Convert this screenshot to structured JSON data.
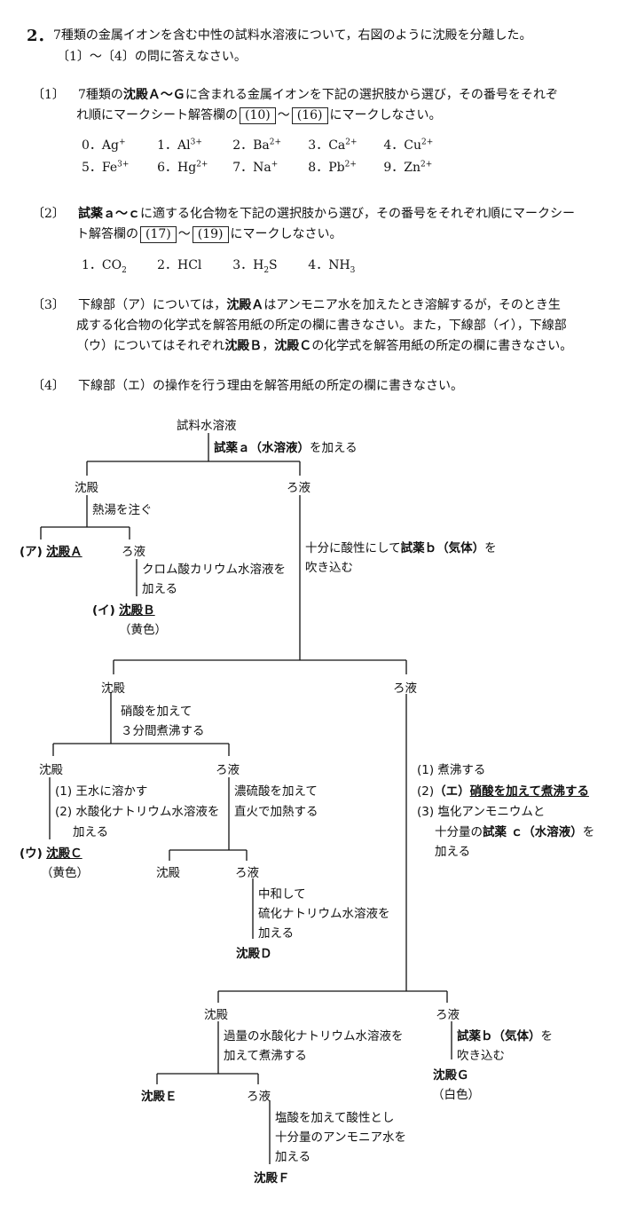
{
  "problem": {
    "number": "2．",
    "intro1": "7種類の金属イオンを含む中性の試料水溶液について，右図のように沈殿を分離した。",
    "intro2": "〔1〕～〔4〕の問に答えなさい。"
  },
  "q1": {
    "label": "〔1〕",
    "line1a": "7種類の",
    "line1b": "沈殿Ａ～Ｇ",
    "line1c": "に含まれる金属イオンを下記の選択肢から選び，その番号をそれぞ",
    "line2a": "れ順にマークシート解答欄の",
    "box1": "(10)",
    "tilde": "～",
    "box2": "(16)",
    "line2b": "にマークしなさい。",
    "options": [
      {
        "num": "0．",
        "ion": "Ag",
        "charge": "+"
      },
      {
        "num": "1．",
        "ion": "Al",
        "charge": "3+"
      },
      {
        "num": "2．",
        "ion": "Ba",
        "charge": "2+"
      },
      {
        "num": "3．",
        "ion": "Ca",
        "charge": "2+"
      },
      {
        "num": "4．",
        "ion": "Cu",
        "charge": "2+"
      },
      {
        "num": "5．",
        "ion": "Fe",
        "charge": "3+"
      },
      {
        "num": "6．",
        "ion": "Hg",
        "charge": "2+"
      },
      {
        "num": "7．",
        "ion": "Na",
        "charge": "+"
      },
      {
        "num": "8．",
        "ion": "Pb",
        "charge": "2+"
      },
      {
        "num": "9．",
        "ion": "Zn",
        "charge": "2+"
      }
    ]
  },
  "q2": {
    "label": "〔2〕",
    "line1a": "試薬ａ～ｃ",
    "line1b": "に適する化合物を下記の選択肢から選び，その番号をそれぞれ順にマークシー",
    "line2a": "ト解答欄の",
    "box1": "(17)",
    "tilde": "～",
    "box2": "(19)",
    "line2b": "にマークしなさい。",
    "opt1": "1．CO",
    "opt1sub": "2",
    "opt2": "2．HCl",
    "opt3": "3．H",
    "opt3sub": "2",
    "opt3b": "S",
    "opt4": "4．NH",
    "opt4sub": "3"
  },
  "q3": {
    "label": "〔3〕",
    "line1a": "下線部（ア）については，",
    "line1b": "沈殿Ａ",
    "line1c": "はアンモニア水を加えたとき溶解するが，そのとき生",
    "line2": "成する化合物の化学式を解答用紙の所定の欄に書きなさい。また，下線部（イ），下線部",
    "line3a": "（ウ）についてはそれぞれ",
    "line3b": "沈殿Ｂ",
    "line3c": "，",
    "line3d": "沈殿Ｃ",
    "line3e": "の化学式を解答用紙の所定の欄に書きなさい。"
  },
  "q4": {
    "label": "〔4〕",
    "text": "下線部（エ）の操作を行う理由を解答用紙の所定の欄に書きなさい。"
  },
  "flow": {
    "sample": "試料水溶液",
    "reagentA_bold": "試薬ａ（水溶液）",
    "reagentA_rest": "を加える",
    "ppt1": "沈殿",
    "filt1": "ろ液",
    "hotwater": "熱湯を注ぐ",
    "a_mark": "(ア)",
    "a_name": "沈殿Ａ",
    "filt1b": "ろ液",
    "chromate1": "クロム酸カリウム水溶液を",
    "chromate2": "加える",
    "b_mark": "(イ)",
    "b_name": "沈殿Ｂ",
    "b_color": "（黄色）",
    "acid_b_1": "十分に酸性にして",
    "acid_b_bold": "試薬ｂ（気体）",
    "acid_b_2": "を",
    "acid_b_3": "吹き込む",
    "ppt2": "沈殿",
    "filt2": "ろ液",
    "nitric1": "硝酸を加えて",
    "nitric2": "３分間煮沸する",
    "ppt3": "沈殿",
    "filt3": "ろ液",
    "aqua1": "(1) 王水に溶かす",
    "aqua2": "(2) 水酸化ナトリウム水溶液を",
    "aqua3": "加える",
    "c_mark": "(ウ)",
    "c_name": "沈殿Ｃ",
    "c_color": "（黄色）",
    "sulf1": "濃硫酸を加えて",
    "sulf2": "直火で加熱する",
    "ppt4": "沈殿",
    "filt4": "ろ液",
    "neut1": "中和して",
    "neut2": "硫化ナトリウム水溶液を",
    "neut3": "加える",
    "d_name": "沈殿Ｄ",
    "boil1": "(1) 煮沸する",
    "boil2_pre": "(2)",
    "boil2_mark": "（エ）",
    "boil2_text": "硝酸を加えて煮沸する",
    "boil3": "(3) 塩化アンモニウムと",
    "boil4a": "十分量の",
    "boil4b": "試薬 ｃ（水溶液）",
    "boil4c": "を",
    "boil5": "加える",
    "ppt5": "沈殿",
    "filt5": "ろ液",
    "naoh1": "過量の水酸化ナトリウム水溶液を",
    "naoh2": "加えて煮沸する",
    "gas_b_bold": "試薬ｂ（気体）",
    "gas_b_rest": "を",
    "gas_b_2": "吹き込む",
    "g_name": "沈殿Ｇ",
    "g_color": "（白色）",
    "e_name": "沈殿Ｅ",
    "filt6": "ろ液",
    "hcl1": "塩酸を加えて酸性とし",
    "hcl2": "十分量のアンモニア水を",
    "hcl3": "加える",
    "f_name": "沈殿Ｆ"
  }
}
